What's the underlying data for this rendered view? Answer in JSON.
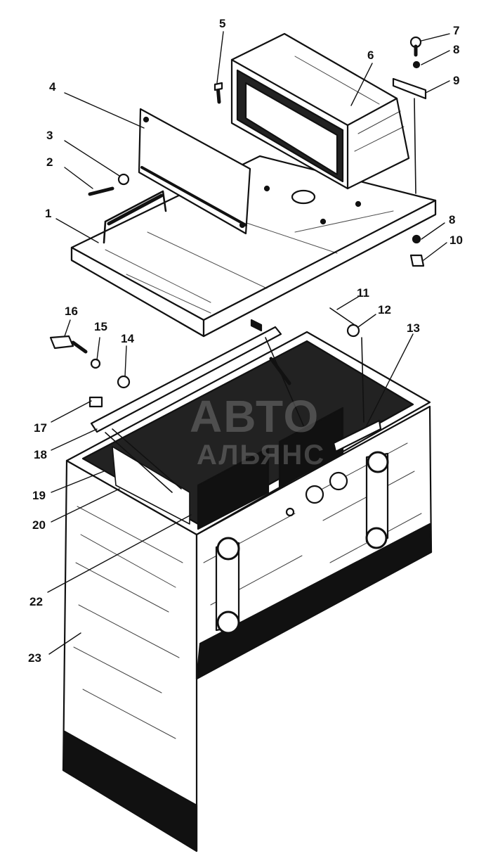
{
  "labels": [
    "1",
    "2",
    "3",
    "4",
    "5",
    "6",
    "7",
    "8",
    "9",
    "8",
    "10",
    "11",
    "12",
    "13",
    "14",
    "15",
    "16",
    "17",
    "18",
    "19",
    "20",
    "22",
    "23"
  ],
  "watermark": {
    "line1": "АВТО",
    "line2": "АЛЬЯНС"
  },
  "colors": {
    "ink": "#111111",
    "paper": "#ffffff"
  }
}
